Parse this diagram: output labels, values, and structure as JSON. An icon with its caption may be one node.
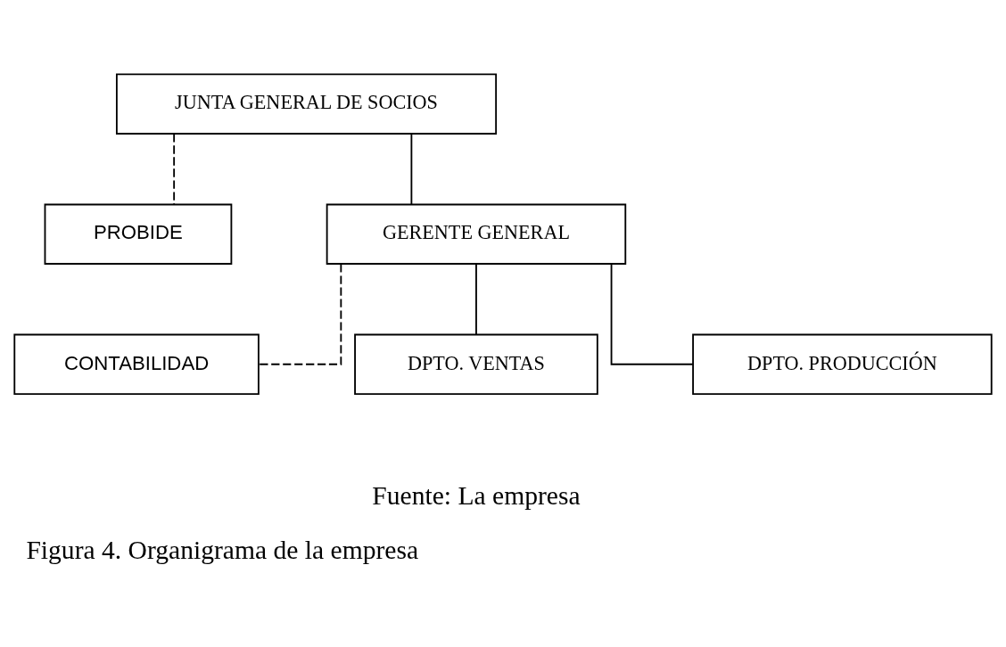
{
  "diagram": {
    "caption": "Figura 4. Organigrama de la empresa",
    "nodes": [
      {
        "text": [
          "JUNTA GENERAL DE SOCIOS"
        ]
      },
      {
        "text": [
          "PROBIDE"
        ]
      },
      {
        "text": [
          "GERENTE GENERAL"
        ]
      },
      {
        "text": [
          "CONTABILIDAD"
        ]
      },
      {
        "text": [
          "DPTO. VENTAS"
        ]
      },
      {
        "text": [
          "DPTO. PRODUCCIÓN"
        ]
      }
    ],
    "edges": [
      {
        "from": 0,
        "to": 2,
        "arrow": "none"
      },
      {
        "from": 0,
        "to": 1,
        "arrow": "none",
        "style": "dashed"
      },
      {
        "from": 2,
        "to": 3,
        "arrow": "none",
        "style": "dashed"
      },
      {
        "from": 2,
        "to": 4,
        "arrow": "none"
      },
      {
        "from": 2,
        "to": 5,
        "arrow": "none"
      }
    ],
    "labels": [
      "Fuente: La empresa"
    ]
  }
}
